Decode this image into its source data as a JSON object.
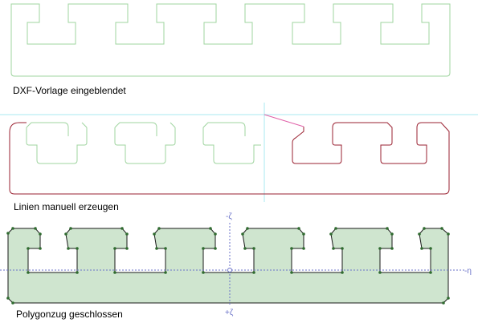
{
  "panels": [
    {
      "caption": "DXF-Vorlage eingeblendet"
    },
    {
      "caption": "Linien manuell erzeugen"
    },
    {
      "caption": "Polygonzug geschlossen"
    }
  ],
  "axes": {
    "zeta_minus": "-ζ",
    "zeta_plus": "+ζ",
    "eta_minus": "-η"
  },
  "colors": {
    "template_line": "#9fd49f",
    "drawn_line": "#9a2030",
    "guide_line": "#a8e8f0",
    "rubber_line": "#e060a8",
    "polygon_fill": "#cfe5cf",
    "polygon_edge": "#1a1a1a",
    "vertex": "#2f6b2f",
    "axis": "#6a72c8"
  }
}
